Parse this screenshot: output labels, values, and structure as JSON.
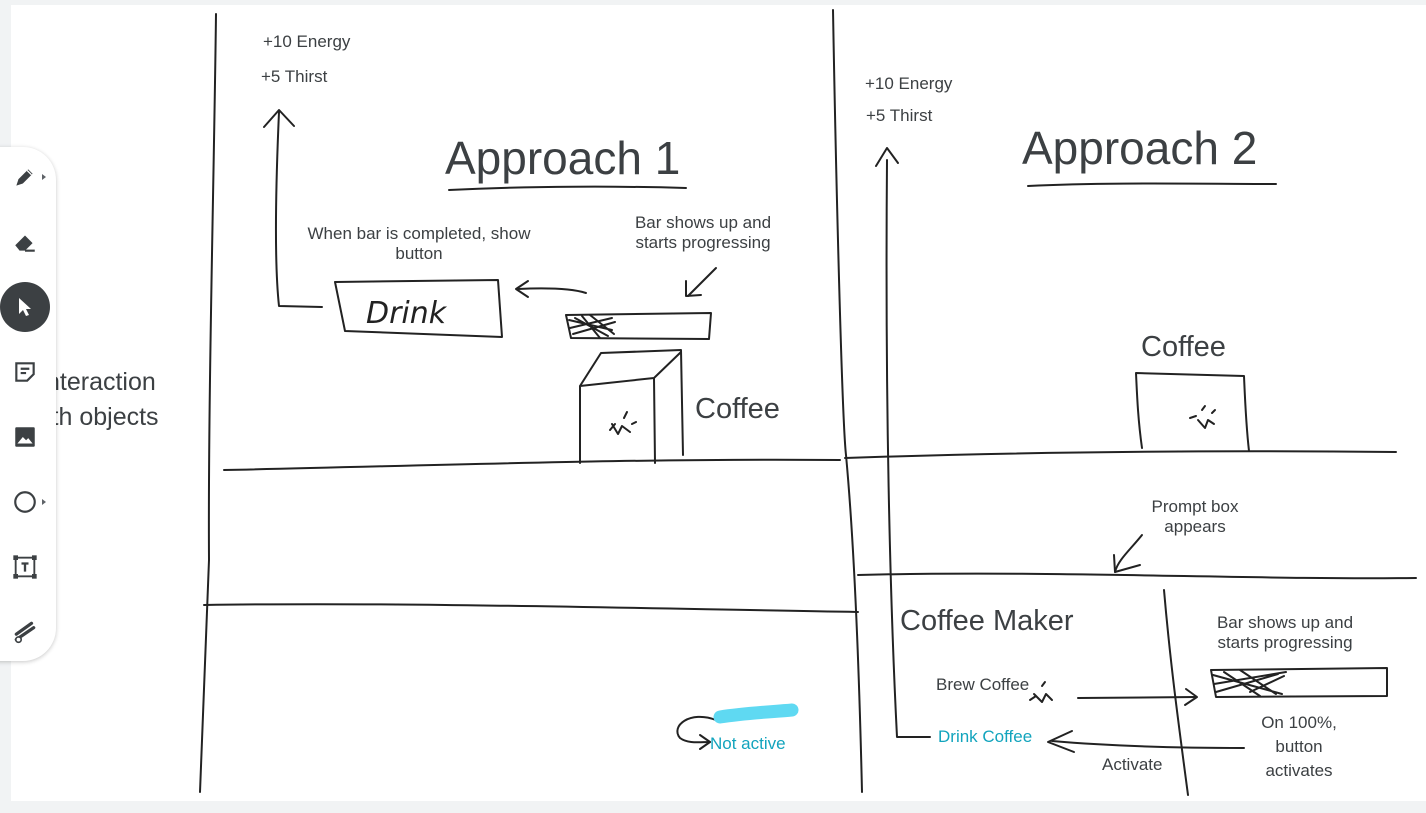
{
  "canvas": {
    "left_title": "Approach 1",
    "right_title": "Approach 2",
    "side_label": [
      "nteraction",
      "ith objects"
    ],
    "approach1": {
      "energy": "+10 Energy",
      "thirst": "+5 Thirst",
      "completed_note": [
        "When bar is completed, show",
        "button"
      ],
      "bar_note": [
        "Bar shows up and",
        "starts progressing"
      ],
      "drink_scribble": "Drink",
      "object_label": "Coffee",
      "not_active": "Not active"
    },
    "approach2": {
      "energy": "+10 Energy",
      "thirst": "+5 Thirst",
      "object_label": "Coffee",
      "prompt_note": [
        "Prompt box",
        "appears"
      ],
      "maker_label": "Coffee Maker",
      "brew": "Brew Coffee",
      "bar_note": [
        "Bar shows up and",
        "starts progressing"
      ],
      "drink": "Drink Coffee",
      "on_complete": [
        "On 100%,",
        "button",
        "activates"
      ],
      "activate": "Activate"
    }
  },
  "toolbar": {
    "tools": [
      {
        "name": "pen",
        "icon": "pen-icon",
        "has_menu": true,
        "active": false
      },
      {
        "name": "eraser",
        "icon": "eraser-icon",
        "has_menu": false,
        "active": false
      },
      {
        "name": "select",
        "icon": "cursor-icon",
        "has_menu": false,
        "active": true
      },
      {
        "name": "sticky-note",
        "icon": "sticky-note-icon",
        "has_menu": false,
        "active": false
      },
      {
        "name": "image",
        "icon": "image-icon",
        "has_menu": false,
        "active": false
      },
      {
        "name": "shape",
        "icon": "circle-icon",
        "has_menu": true,
        "active": false
      },
      {
        "name": "text-box",
        "icon": "text-box-icon",
        "has_menu": false,
        "active": false
      },
      {
        "name": "laser",
        "icon": "laser-icon",
        "has_menu": false,
        "active": false
      }
    ]
  },
  "colors": {
    "accent": "#12a4bd",
    "ink": "#222222",
    "text": "#3c4043",
    "highlighter": "#5fd9f2"
  }
}
